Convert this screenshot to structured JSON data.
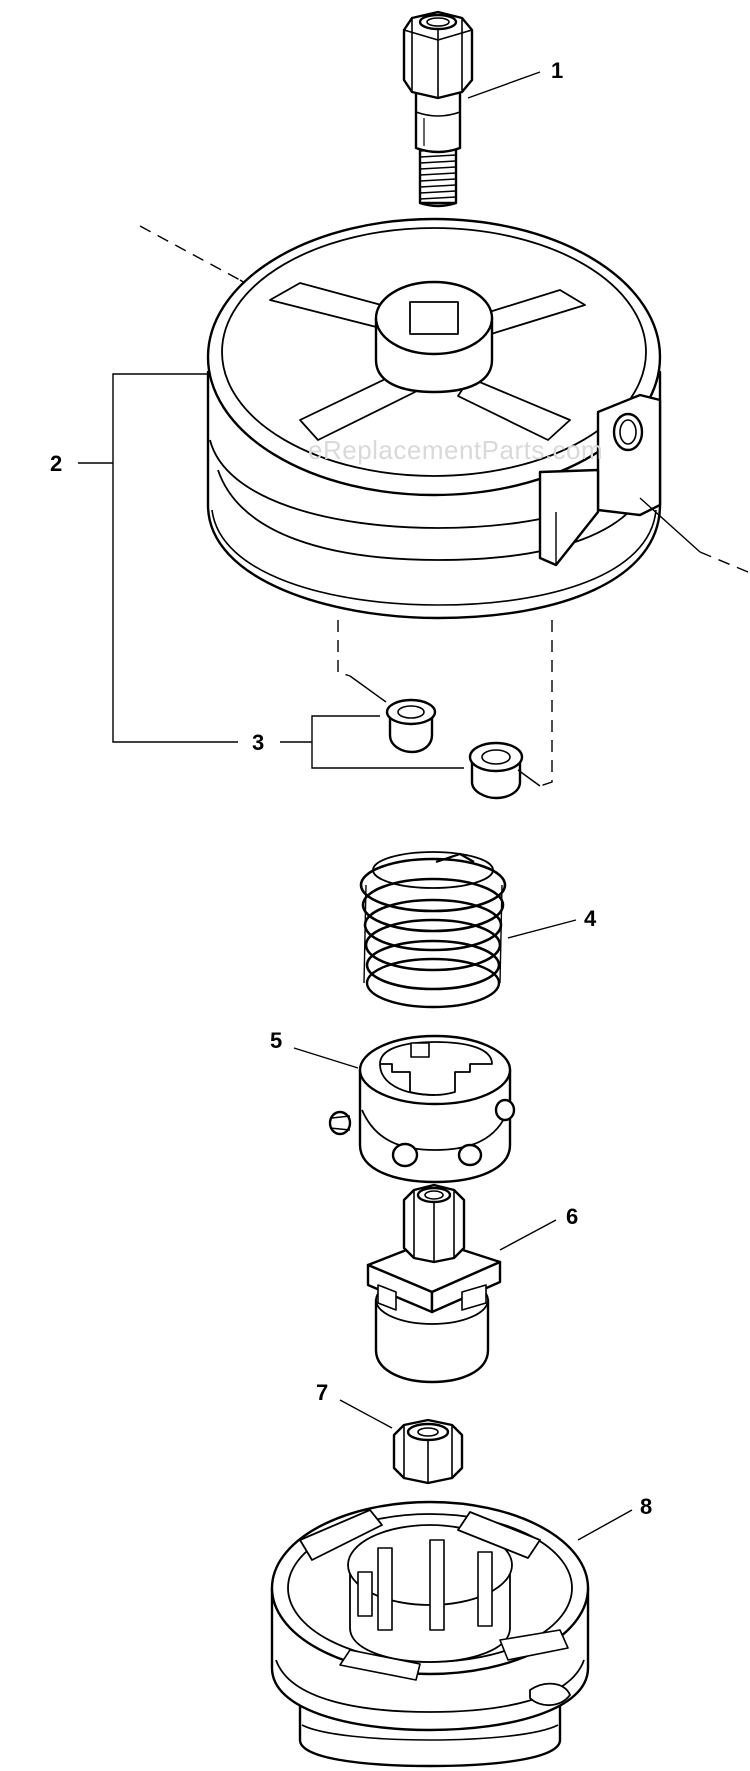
{
  "diagram": {
    "watermark": "eReplacementParts.com",
    "callouts": {
      "c1": "1",
      "c2": "2",
      "c3": "3",
      "c4": "4",
      "c5": "5",
      "c6": "6",
      "c7": "7",
      "c8": "8"
    },
    "colors": {
      "line": "#000000",
      "fill": "#ffffff",
      "watermark": "#d9d9d9"
    }
  }
}
